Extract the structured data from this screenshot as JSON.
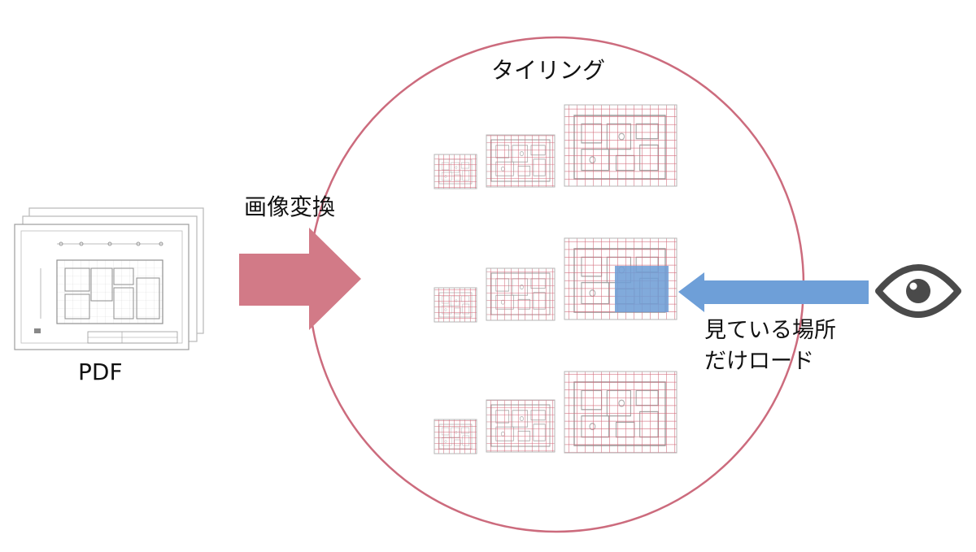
{
  "labels": {
    "tiling": "タイリング",
    "convert": "画像変換",
    "pdf": "PDF",
    "view_line1": "見ている場所",
    "view_line2": "だけロード"
  },
  "colors": {
    "circle_stroke": "#cc6b7d",
    "convert_arrow": "#d27a87",
    "load_arrow": "#6e9fd8",
    "highlight": "#6f9ed6",
    "tile_grid": "#d26a7a",
    "eye_icon": "#4a4a4a"
  },
  "icons": {
    "eye": "eye-icon",
    "pdf": "pdf-document-stack-icon"
  },
  "pyramids": [
    {
      "levels": 3,
      "highlighted": false
    },
    {
      "levels": 3,
      "highlighted": true
    },
    {
      "levels": 3,
      "highlighted": false
    }
  ]
}
